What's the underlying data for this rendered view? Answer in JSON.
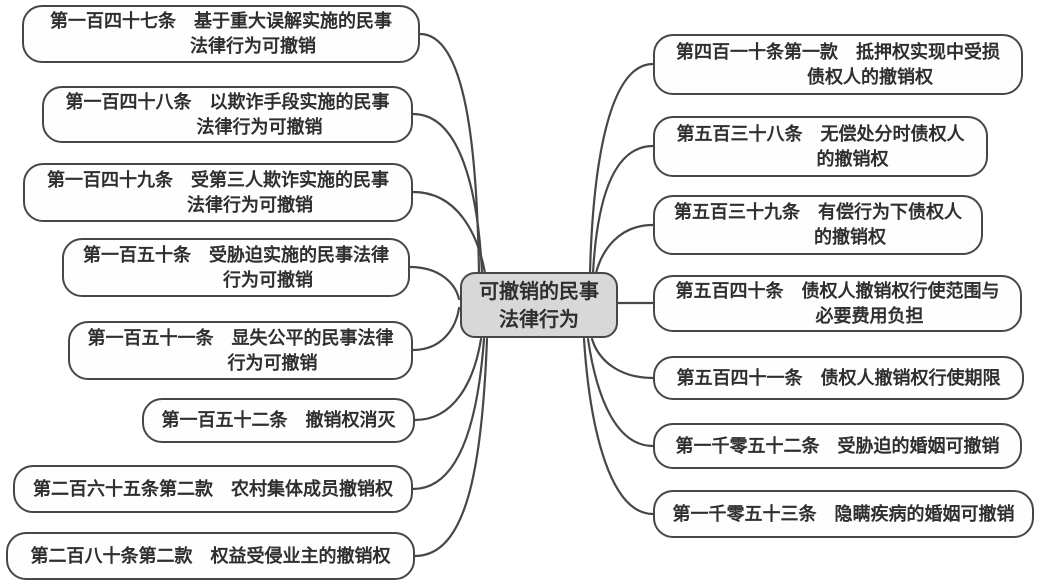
{
  "diagram": {
    "type": "mindmap",
    "title": "可撤销的民事法律行为",
    "colors": {
      "background": "#ffffff",
      "stroke": "#474747",
      "text": "#2f2f2f",
      "center_fill": "#d8d8d8"
    },
    "center": {
      "line1": "可撤销的民事",
      "line2": "法律行为"
    },
    "left_nodes": [
      {
        "line1": "第一百四十七条　基于重大误解实施的民事",
        "line2": "法律行为可撤销"
      },
      {
        "line1": "第一百四十八条　以欺诈手段实施的民事",
        "line2": "法律行为可撤销"
      },
      {
        "line1": "第一百四十九条　受第三人欺诈实施的民事",
        "line2": "法律行为可撤销"
      },
      {
        "line1": "第一百五十条　受胁迫实施的民事法律",
        "line2": "行为可撤销"
      },
      {
        "line1": "第一百五十一条　显失公平的民事法律",
        "line2": "行为可撤销"
      },
      {
        "line1": "第一百五十二条　撤销权消灭",
        "line2": ""
      },
      {
        "line1": "第二百六十五条第二款　农村集体成员撤销权",
        "line2": ""
      },
      {
        "line1": "第二百八十条第二款　权益受侵业主的撤销权",
        "line2": ""
      }
    ],
    "right_nodes": [
      {
        "line1": "第四百一十条第一款　抵押权实现中受损",
        "line2": "债权人的撤销权"
      },
      {
        "line1": "第五百三十八条　无偿处分时债权人",
        "line2": "的撤销权"
      },
      {
        "line1": "第五百三十九条　有偿行为下债权人",
        "line2": "的撤销权"
      },
      {
        "line1": "第五百四十条　债权人撤销权行使范围与",
        "line2": "必要费用负担"
      },
      {
        "line1": "第五百四十一条　债权人撤销权行使期限",
        "line2": ""
      },
      {
        "line1": "第一千零五十二条　受胁迫的婚姻可撤销",
        "line2": ""
      },
      {
        "line1": "第一千零五十三条　隐瞒疾病的婚姻可撤销",
        "line2": ""
      }
    ]
  }
}
